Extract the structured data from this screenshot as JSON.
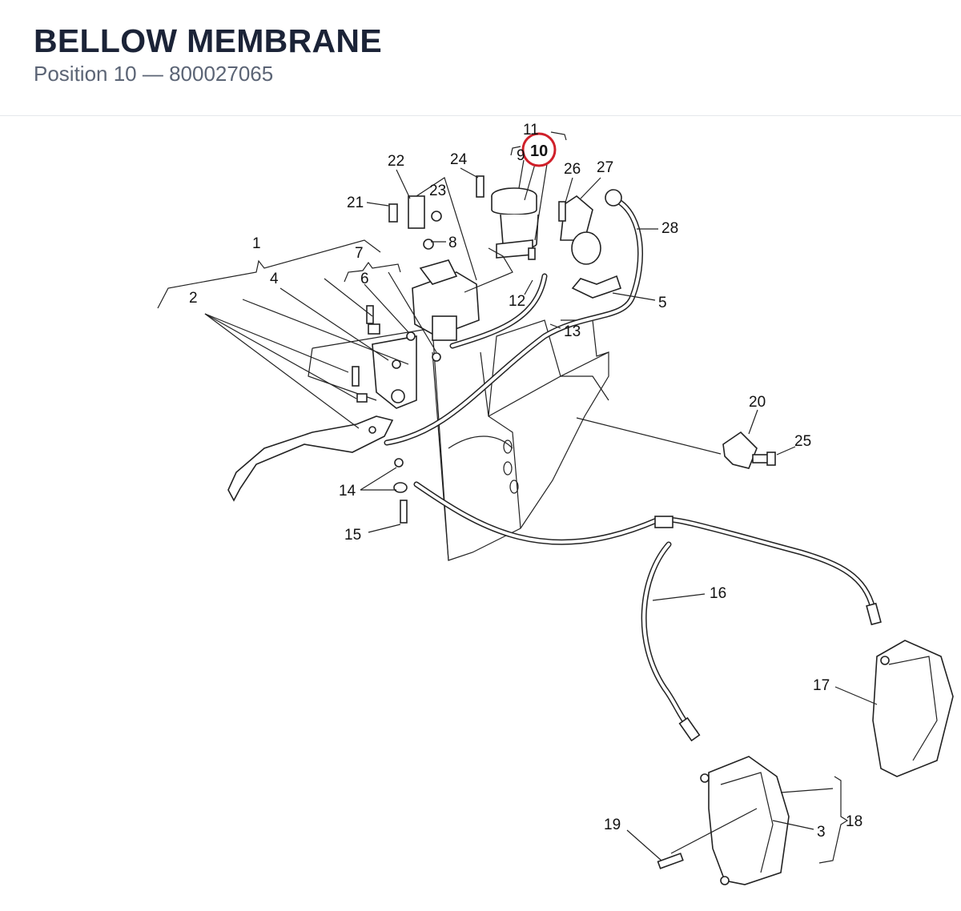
{
  "header": {
    "title": "BELLOW MEMBRANE",
    "subtitle": "Position 10 — 800027065"
  },
  "diagram": {
    "highlighted_callout": "10",
    "highlight_color": "#d0202a",
    "callouts": [
      "1",
      "2",
      "3",
      "4",
      "5",
      "6",
      "7",
      "8",
      "9",
      "10",
      "11",
      "12",
      "13",
      "14",
      "15",
      "16",
      "17",
      "18",
      "19",
      "20",
      "21",
      "22",
      "23",
      "24",
      "25",
      "26",
      "27",
      "28"
    ]
  }
}
